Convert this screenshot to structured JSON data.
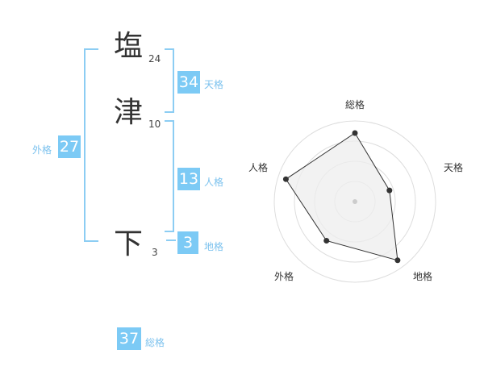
{
  "characters": [
    {
      "char": "塩",
      "strokes": "24"
    },
    {
      "char": "津",
      "strokes": "10"
    },
    {
      "char": "下",
      "strokes": "3"
    }
  ],
  "fortunes": {
    "tenkaku": {
      "label": "天格",
      "value": "34"
    },
    "jinkaku": {
      "label": "人格",
      "value": "13"
    },
    "chikaku": {
      "label": "地格",
      "value": "3"
    },
    "gaikaku": {
      "label": "外格",
      "value": "27"
    },
    "soukaku": {
      "label": "総格",
      "value": "37"
    }
  },
  "colors": {
    "accent": "#7ccaf5",
    "bracket": "#8ccdf3",
    "label": "#7cc2ee"
  },
  "chart_data": {
    "type": "radar",
    "axes": [
      "総格",
      "天格",
      "地格",
      "外格",
      "人格"
    ],
    "rings": 4,
    "values": [
      0.85,
      0.45,
      0.9,
      0.6,
      0.9
    ]
  }
}
